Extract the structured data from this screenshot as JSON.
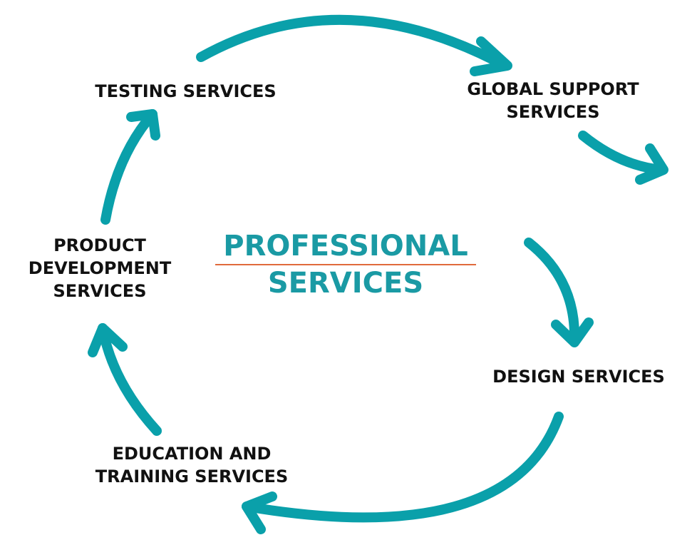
{
  "colors": {
    "arrow": "#0aa0aa",
    "center_text": "#1a9aa4",
    "rule": "#e06a3c",
    "label": "#111111"
  },
  "center": {
    "line1": "PROFESSIONAL",
    "line2": "SERVICES"
  },
  "nodes": {
    "testing": {
      "lines": [
        "TESTING SERVICES"
      ]
    },
    "global": {
      "lines": [
        "GLOBAL SUPPORT",
        "SERVICES"
      ]
    },
    "design": {
      "lines": [
        "DESIGN SERVICES"
      ]
    },
    "education": {
      "lines": [
        "EDUCATION AND",
        "TRAINING SERVICES"
      ]
    },
    "product": {
      "lines": [
        "PRODUCT",
        "DEVELOPMENT",
        "SERVICES"
      ]
    }
  },
  "arrows": [
    {
      "from": "testing",
      "to": "global"
    },
    {
      "from": "global",
      "to": "off-canvas-right"
    },
    {
      "from": "center-right",
      "to": "design"
    },
    {
      "from": "design",
      "to": "education"
    },
    {
      "from": "education",
      "to": "product"
    },
    {
      "from": "product",
      "to": "testing"
    }
  ]
}
